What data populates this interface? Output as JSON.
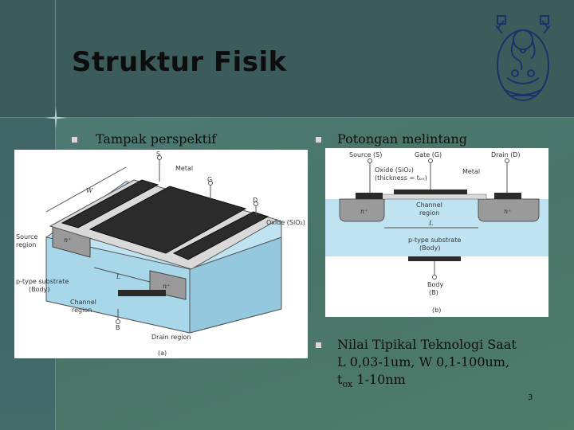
{
  "slide": {
    "title": "Struktur Fisik",
    "page_number": "3"
  },
  "bullets": {
    "perspective": "Tampak perspektif",
    "cross_section": "Potongan melintang",
    "typical_title": "Nilai Tipikal Teknologi Saat",
    "typical_line2": "L 0,03-1um, W 0,1-100um,",
    "tox_t": "t",
    "tox_sub": "ox",
    "tox_value": " 1-10nm"
  },
  "figure_a": {
    "S": "S",
    "metal": "Metal",
    "G": "G",
    "D": "D",
    "oxide": "Oxide (SiO₂)",
    "W": "W",
    "source_region_1": "Source",
    "source_region_2": "region",
    "n_plus_left": "n⁺",
    "n_plus_right": "n⁺",
    "L": "L",
    "substrate_1": "p-type substrate",
    "substrate_2": "(Body)",
    "channel_1": "Channel",
    "channel_2": "region",
    "B": "B",
    "drain_region": "Drain region",
    "caption": "(a)"
  },
  "figure_b": {
    "source": "Source (S)",
    "gate": "Gate (G)",
    "drain": "Drain (D)",
    "oxide_1": "Oxide (SiO₂)",
    "oxide_2": "(thickness = tₒₓ)",
    "metal": "Metal",
    "n_plus_left": "n⁺",
    "n_plus_right": "n⁺",
    "channel_1": "Channel",
    "channel_2": "region",
    "L": "L",
    "substrate_1": "p-type substrate",
    "substrate_2": "(Body)",
    "body": "Body",
    "body_b": "(B)",
    "caption": "(b)"
  }
}
